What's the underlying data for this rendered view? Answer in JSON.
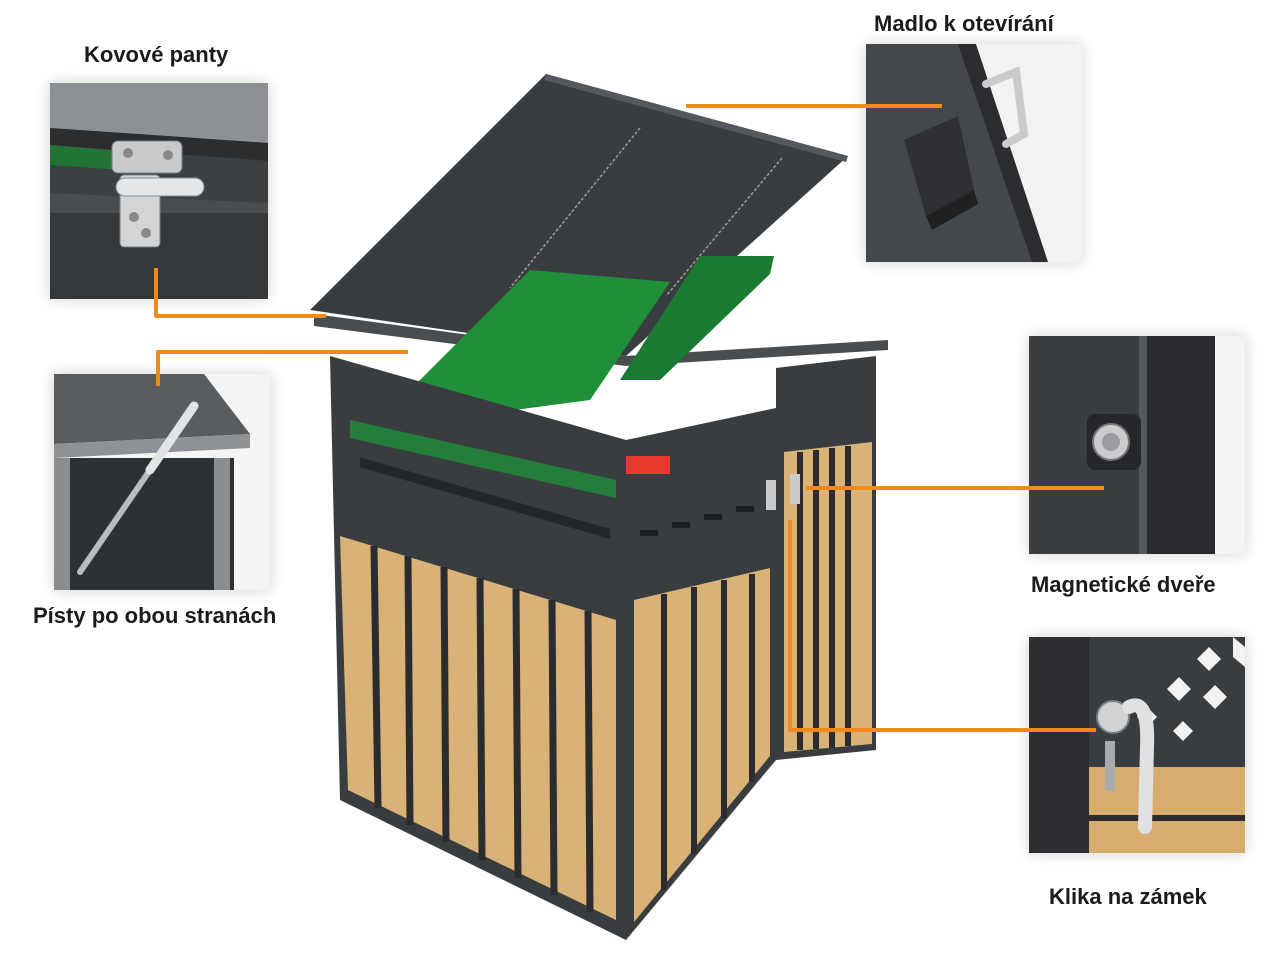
{
  "features": {
    "hinges": "Kovové panty",
    "handle": "Madlo k otevírání",
    "pistons": "Písty po obou stranách",
    "magnetic_doors": "Magnetické dveře",
    "lock_handle": "Klika na zámek"
  },
  "colors": {
    "metal": "#3a3d40",
    "wood": "#d9b277",
    "lid_green": "#1f8f3a",
    "connector": "#f08a1c"
  }
}
